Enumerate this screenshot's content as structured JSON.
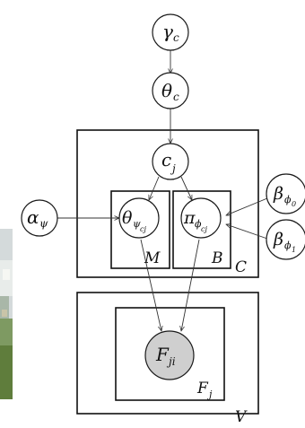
{
  "colors": {
    "observed_node_fill": "#cfcfcf",
    "line": "#111111",
    "photo_sky": "#cfd6d8",
    "photo_green": "#5f7d3c"
  },
  "nodes": {
    "gamma": {
      "symbol": "γ",
      "sub": "c",
      "subsub": ""
    },
    "theta_c": {
      "symbol": "θ",
      "sub": "c",
      "subsub": ""
    },
    "c_j": {
      "symbol": "c",
      "sub": "j",
      "subsub": ""
    },
    "alpha": {
      "symbol": "α",
      "sub": "ψ",
      "subsub": ""
    },
    "theta_psi": {
      "symbol": "θ",
      "sub": "ψ",
      "subsub": "cj"
    },
    "pi_phi": {
      "symbol": "π",
      "sub": "ϕ",
      "subsub": "cj"
    },
    "beta0": {
      "symbol": "β",
      "sub": "ϕ",
      "subsub": "0"
    },
    "beta1": {
      "symbol": "β",
      "sub": "ϕ",
      "subsub": "1"
    },
    "F": {
      "symbol": "F",
      "sub": "ji",
      "subsub": ""
    }
  },
  "plates": {
    "C": "C",
    "M": "M",
    "B": "B",
    "V": "V",
    "Fj": {
      "symbol": "F",
      "sub": "j"
    }
  }
}
